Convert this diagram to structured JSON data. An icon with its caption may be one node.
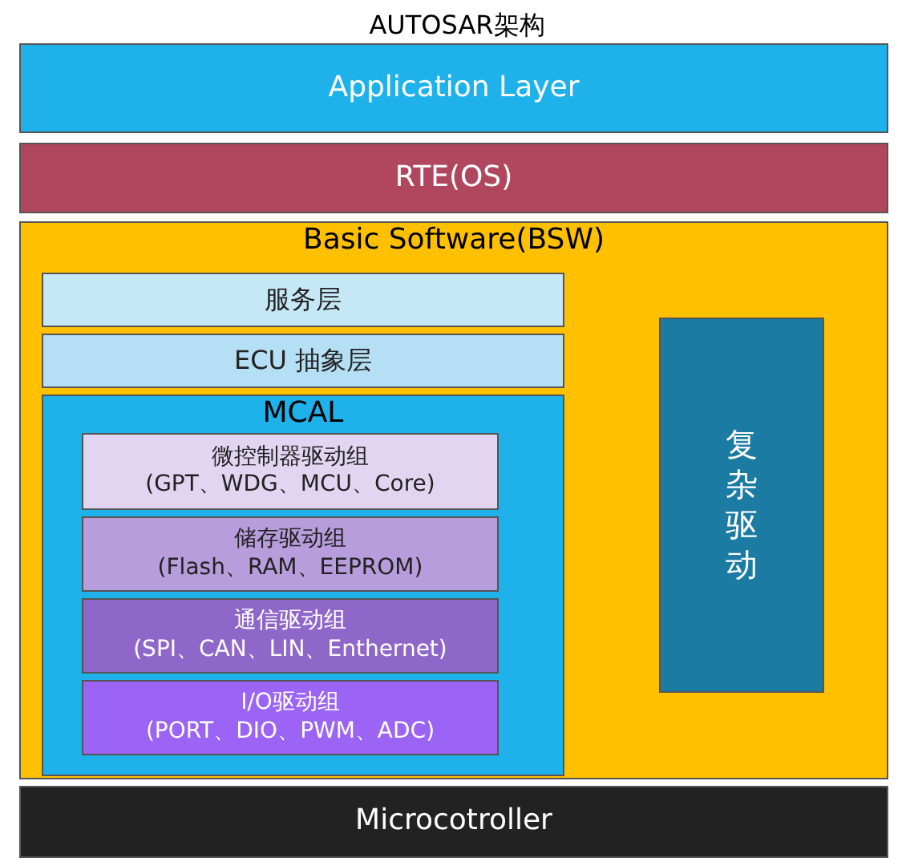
{
  "diagram": {
    "title": "AUTOSAR架构",
    "nodes": [
      {
        "text": [
          "Application Layer"
        ]
      },
      {
        "text": [
          "RTE(OS)"
        ]
      },
      {
        "text": [
          "Basic Software(BSW)"
        ]
      },
      {
        "text": [
          "服务层"
        ],
        "in": 2
      },
      {
        "text": [
          "ECU 抽象层"
        ],
        "in": 2
      },
      {
        "text": [
          "MCAL"
        ],
        "in": 2
      },
      {
        "text": [
          "微控制器驱动组",
          "(GPT、WDG、MCU、Core)"
        ],
        "in": 5
      },
      {
        "text": [
          "储存驱动组",
          "(Flash、RAM、EEPROM)"
        ],
        "in": 5
      },
      {
        "text": [
          "通信驱动组",
          "(SPI、CAN、LIN、Enthernet)"
        ],
        "in": 5
      },
      {
        "text": [
          "I/O驱动组",
          "(PORT、DIO、PWM、ADC)"
        ],
        "in": 5
      },
      {
        "text": [
          "复杂驱动"
        ],
        "in": 2
      },
      {
        "text": [
          "Microcotroller"
        ]
      }
    ],
    "edges": []
  }
}
